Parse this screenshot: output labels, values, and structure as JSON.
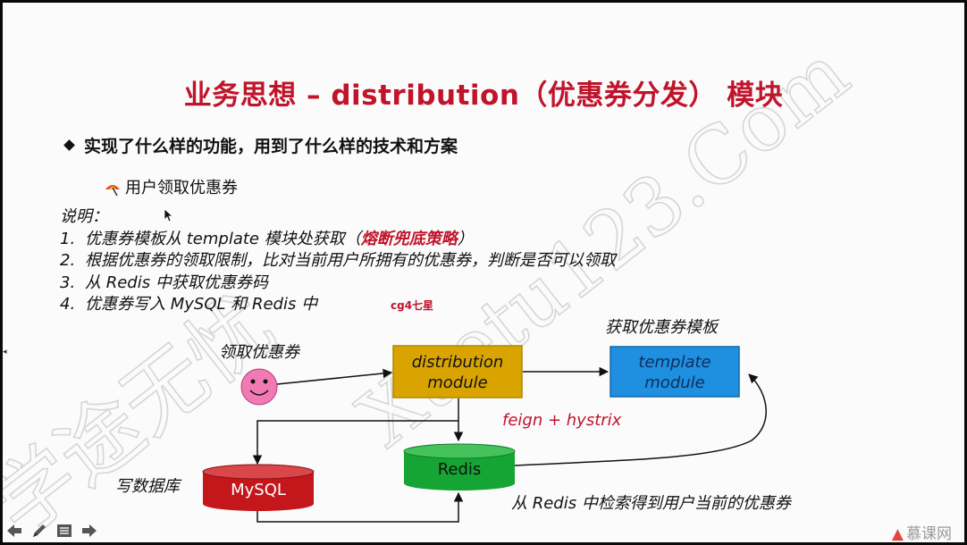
{
  "title": "业务思想 – distribution（优惠券分发） 模块",
  "bullet": "实现了什么样的功能，用到了什么样的技术和方案",
  "feature": "用户领取优惠券",
  "notes": {
    "heading": "说明：",
    "items": [
      {
        "num": "1.",
        "before": "优惠券模板从 template 模块处获取（",
        "highlight": "熔断兜底策略",
        "after": "）"
      },
      {
        "num": "2.",
        "before": "根据优惠券的领取限制，比对当前用户所拥有的优惠券，判断是否可以领取",
        "highlight": "",
        "after": ""
      },
      {
        "num": "3.",
        "before": "从 Redis 中获取优惠券码",
        "highlight": "",
        "after": ""
      },
      {
        "num": "4.",
        "before": "优惠券写入 MySQL 和 Redis 中",
        "highlight": "",
        "after": ""
      }
    ]
  },
  "diagram": {
    "cg_tag": "cg4七星",
    "user_label": "领取优惠券",
    "distribution_line1": "distribution",
    "distribution_line2": "module",
    "template_line1": "template",
    "template_line2": "module",
    "template_caption": "获取优惠券模板",
    "feign_label": "feign + hystrix",
    "redis_label": "Redis",
    "mysql_label": "MySQL",
    "write_db_label": "写数据库",
    "redis_caption": "从 Redis 中检索得到用户当前的优惠券"
  },
  "watermark": {
    "cn": "学途无忧",
    "en": "Xuetu123.Com"
  },
  "brand": "慕课网",
  "colors": {
    "title": "#c0142b",
    "distribution_fill": "#d9a400",
    "template_fill": "#1f8fe0",
    "redis_fill": "#15a534",
    "mysql_fill": "#c4171c",
    "smiley_fill": "#f17ab4"
  }
}
